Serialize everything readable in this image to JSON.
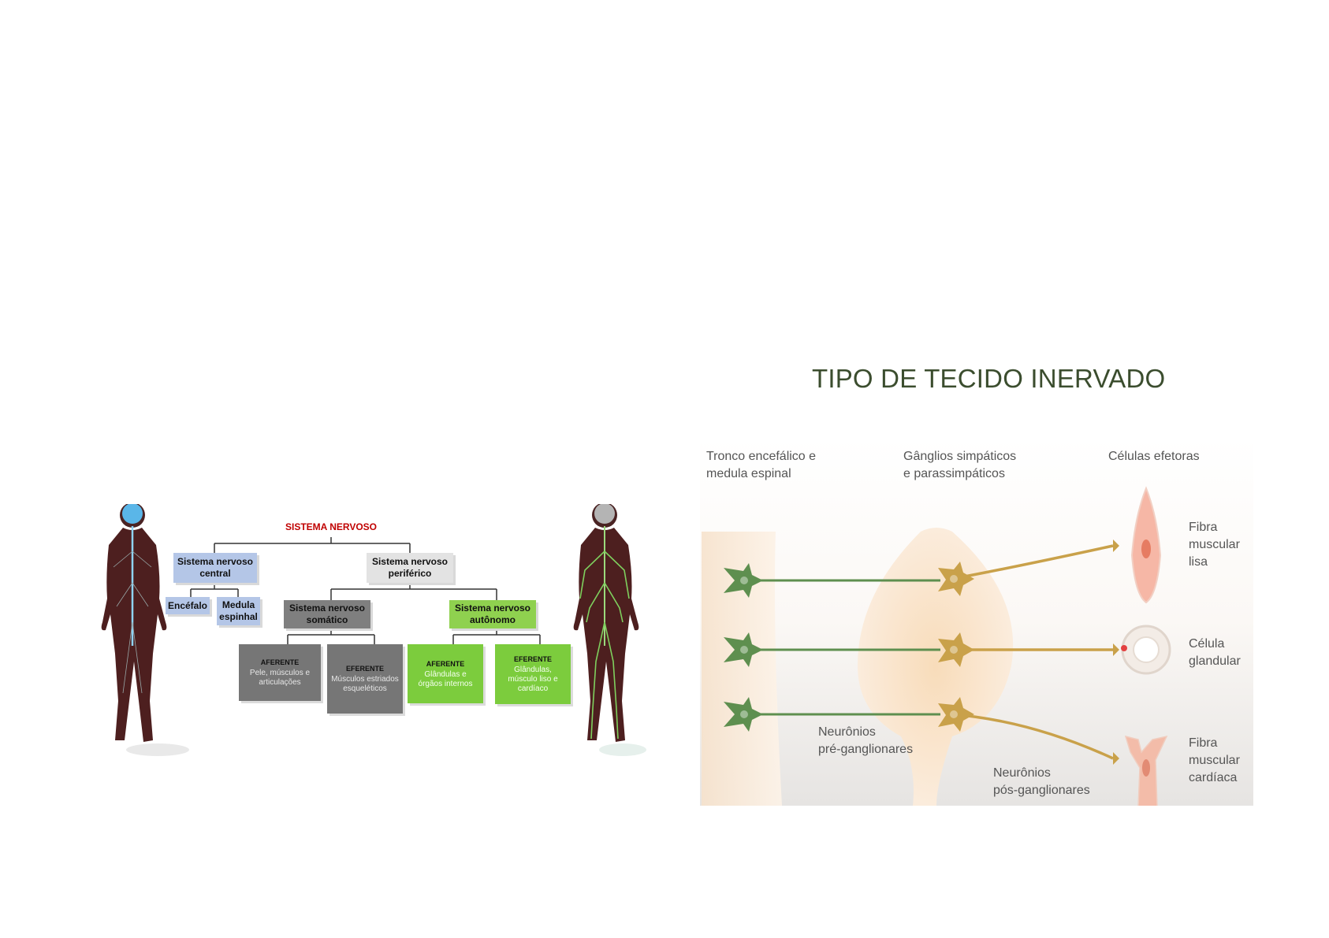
{
  "left_diagram": {
    "root": "SISTEMA NERVOSO",
    "central": "Sistema nervoso central",
    "peripheral": "Sistema nervoso periférico",
    "encephalon": "Encéfalo",
    "spinal_cord": "Medula espinhal",
    "somatic": "Sistema nervoso somático",
    "autonomic": "Sistema nervoso autônomo",
    "leaves": [
      {
        "title": "AFERENTE",
        "text": "Pele, músculos e articulações"
      },
      {
        "title": "EFERENTE",
        "text": "Músculos estriados esqueléticos"
      },
      {
        "title": "AFERENTE",
        "text": "Glândulas e órgãos internos"
      },
      {
        "title": "EFERENTE",
        "text": "Glândulas, músculo liso e cardíaco"
      }
    ]
  },
  "right_diagram": {
    "title": "TIPO DE TECIDO INERVADO",
    "col1": "Tronco encefálico e\nmedula espinal",
    "col2": "Gânglios simpáticos\ne parassimpáticos",
    "col3": "Células efetoras",
    "effector_1": "Fibra\nmuscular\nlisa",
    "effector_2": "Célula\nglandular",
    "effector_3": "Fibra\nmuscular\ncardíaca",
    "pre": "Neurônios\npré-ganglionares",
    "post": "Neurônios\npós-ganglionares"
  },
  "colors": {
    "pre_neuron": "#5e8f4f",
    "post_neuron": "#c9a14a",
    "root_title": "#c00000"
  }
}
